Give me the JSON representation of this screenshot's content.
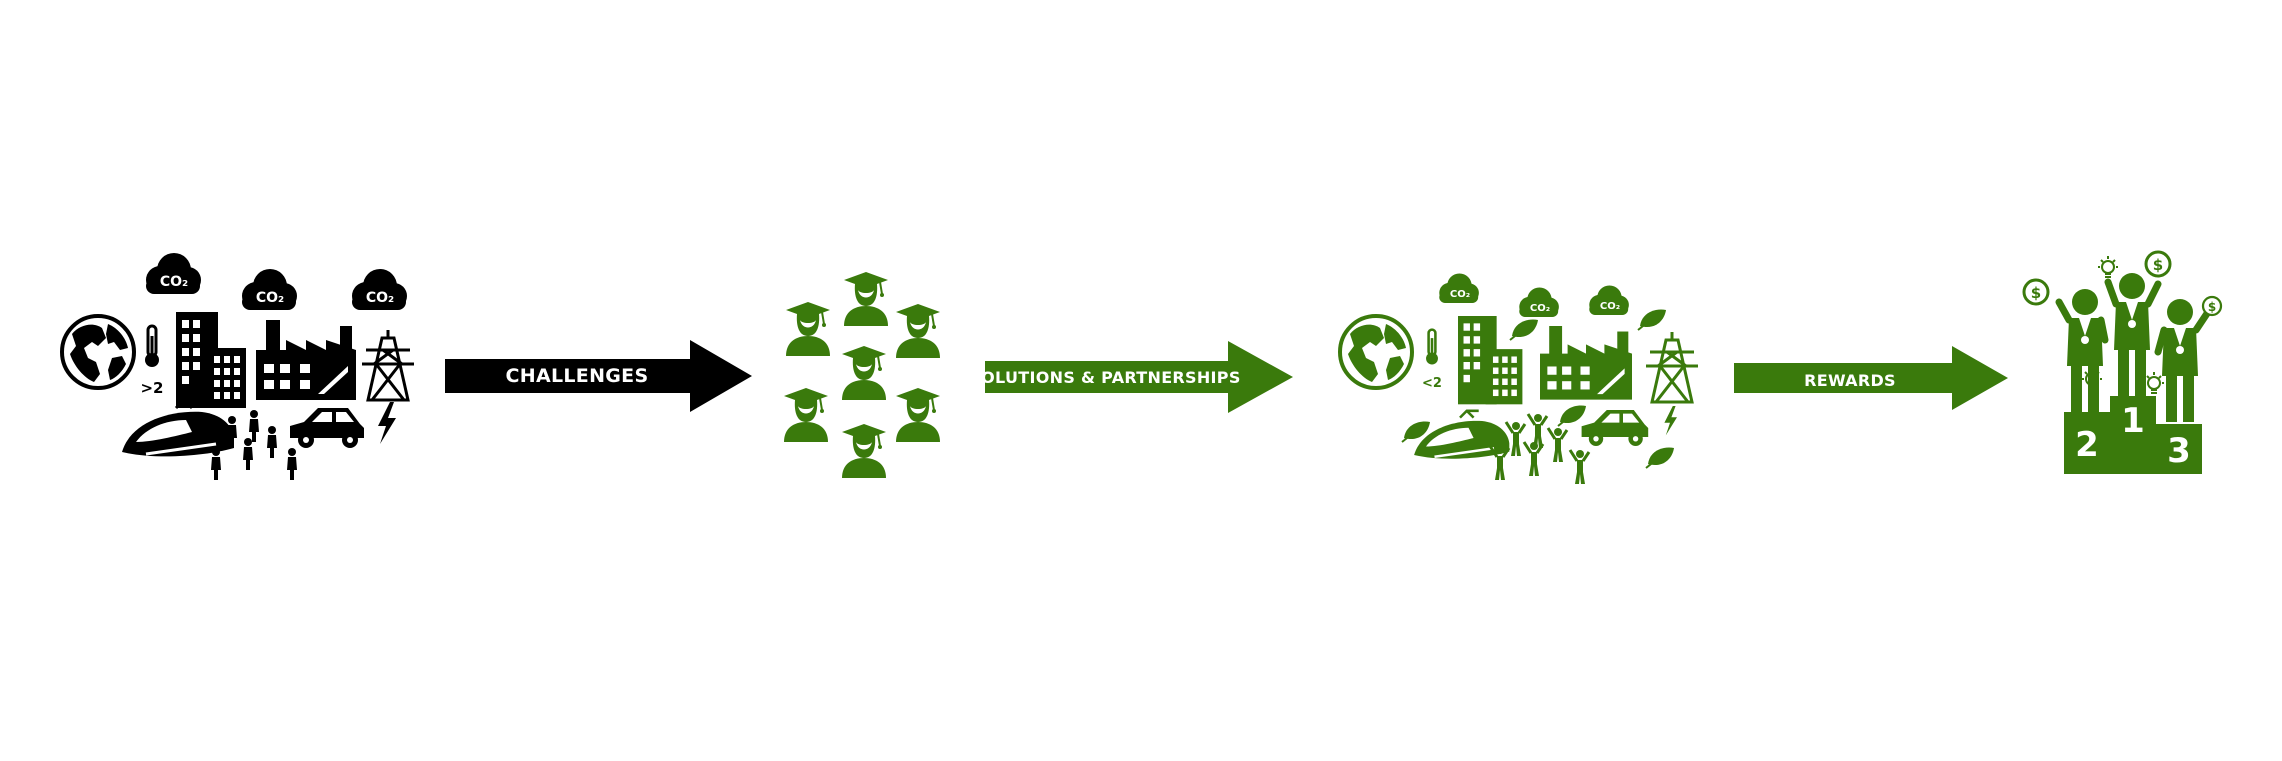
{
  "colors": {
    "black": "#000000",
    "green": "#3a7a0c",
    "white": "#ffffff"
  },
  "stage_problem": {
    "co2_labels": [
      "CO₂",
      "CO₂",
      "CO₂"
    ],
    "temperature_label": ">2",
    "icons": [
      "globe-icon",
      "thermometer-icon",
      "building-icon",
      "factory-icon",
      "power-pylon-icon",
      "train-icon",
      "car-icon",
      "people-icon",
      "lightning-icon",
      "co2-cloud-icon"
    ]
  },
  "arrows": {
    "challenges": "CHALLENGES",
    "solutions": "SOLUTIONS & PARTNERSHIPS",
    "rewards": "REWARDS"
  },
  "stage_students": {
    "icons": [
      "graduate-icon"
    ]
  },
  "stage_solution": {
    "co2_labels": [
      "CO₂",
      "CO₂",
      "CO₂"
    ],
    "temperature_label": "<2",
    "icons": [
      "globe-icon",
      "thermometer-icon",
      "building-icon",
      "factory-icon",
      "power-pylon-icon",
      "train-icon",
      "car-icon",
      "people-icon",
      "lightning-icon",
      "leaf-icon",
      "co2-cloud-icon"
    ]
  },
  "stage_rewards": {
    "podium_numbers": [
      "2",
      "1",
      "3"
    ],
    "dollar_symbols": [
      "$",
      "$",
      "$"
    ],
    "icons": [
      "podium-icon",
      "winner-icon",
      "dollar-coin-icon",
      "lightbulb-icon"
    ]
  }
}
